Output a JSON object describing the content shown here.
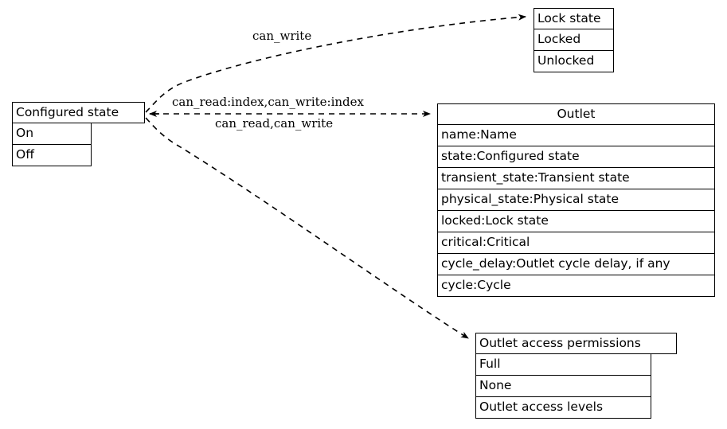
{
  "diagram": {
    "kind": "entity-relationship-diagram",
    "background": "#ffffff",
    "line_color": "#000000",
    "text_color": "#000000",
    "edge_style": "dashed",
    "nodes": [
      {
        "id": "configured_state",
        "header": "Configured state",
        "rows": [
          "On",
          "Off"
        ]
      },
      {
        "id": "lock_state",
        "header": "Lock state",
        "rows": [
          "Locked",
          "Unlocked"
        ]
      },
      {
        "id": "outlet",
        "header": "Outlet",
        "rows": [
          "name:Name",
          "state:Configured state",
          "transient_state:Transient state",
          "physical_state:Physical state",
          "locked:Lock state",
          "critical:Critical",
          "cycle_delay:Outlet cycle delay, if any",
          "cycle:Cycle"
        ]
      },
      {
        "id": "outlet_access_permissions",
        "header": "Outlet access permissions",
        "rows": [
          "Full",
          "None",
          "Outlet access levels"
        ]
      }
    ],
    "edges": [
      {
        "id": "edge-configured-state-to-lock-state",
        "from": "configured_state",
        "to": "lock_state",
        "label": "can_write"
      },
      {
        "id": "edge-configured-state-to-outlet-index",
        "from": "outlet",
        "to": "configured_state",
        "label": "can_read:index,can_write:index"
      },
      {
        "id": "edge-configured-state-to-outlet",
        "from": "configured_state",
        "to": "outlet",
        "label": "can_read,can_write"
      },
      {
        "id": "edge-configured-state-to-outlet-access-permissions",
        "from": "configured_state",
        "to": "outlet_access_permissions",
        "label": ""
      }
    ]
  }
}
